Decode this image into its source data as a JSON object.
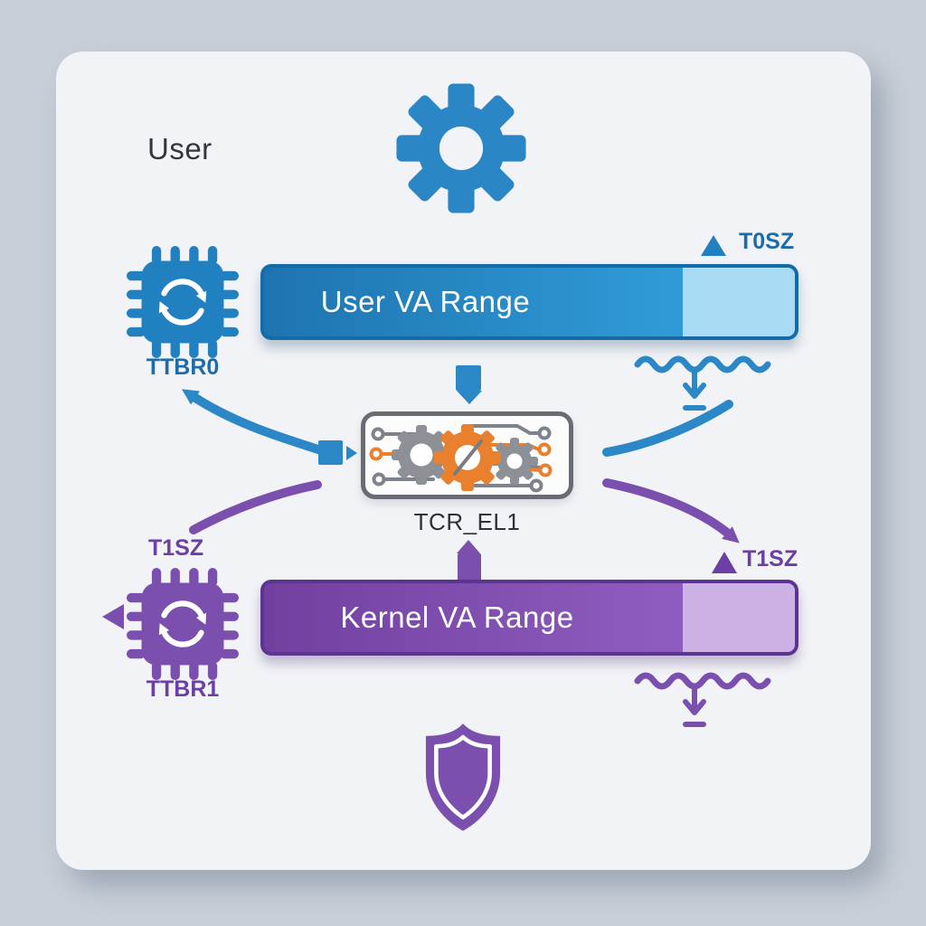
{
  "page": {
    "background": "#c8cfd8",
    "card_background": "#f1f3f6"
  },
  "labels": {
    "user": "User",
    "ttbr0": "TTBR0",
    "user_bar": "User VA Range",
    "t0sz": "T0SZ",
    "tcr": "TCR_EL1",
    "t1sz_left": "T1SZ",
    "ttbr1": "TTBR1",
    "kernel_bar": "Kernel VA Range",
    "t1sz_right": "T1SZ"
  },
  "icons": {
    "top": "gear-icon",
    "user_chip": "chip-sync-icon",
    "kernel_chip": "chip-sync-icon",
    "tcr_box": "gears-circuit-icon",
    "bottom": "shield-icon",
    "markers": [
      "triangle-marker-icon",
      "wave-icon",
      "download-arrow-icon",
      "curved-arrow"
    ]
  },
  "colors": {
    "blue": "#2b87c6",
    "blue_border": "#156aa8",
    "blue_light": "#a8dcf5",
    "blue_text": "#1d6ba8",
    "purple": "#7b4fad",
    "purple_border": "#5b3590",
    "purple_light": "#cbb1e4",
    "purple_text": "#6b3fa3",
    "orange": "#e8802e",
    "gear_gray": "#8d9096",
    "box_border": "#696d73",
    "text_dark": "#33373c"
  }
}
